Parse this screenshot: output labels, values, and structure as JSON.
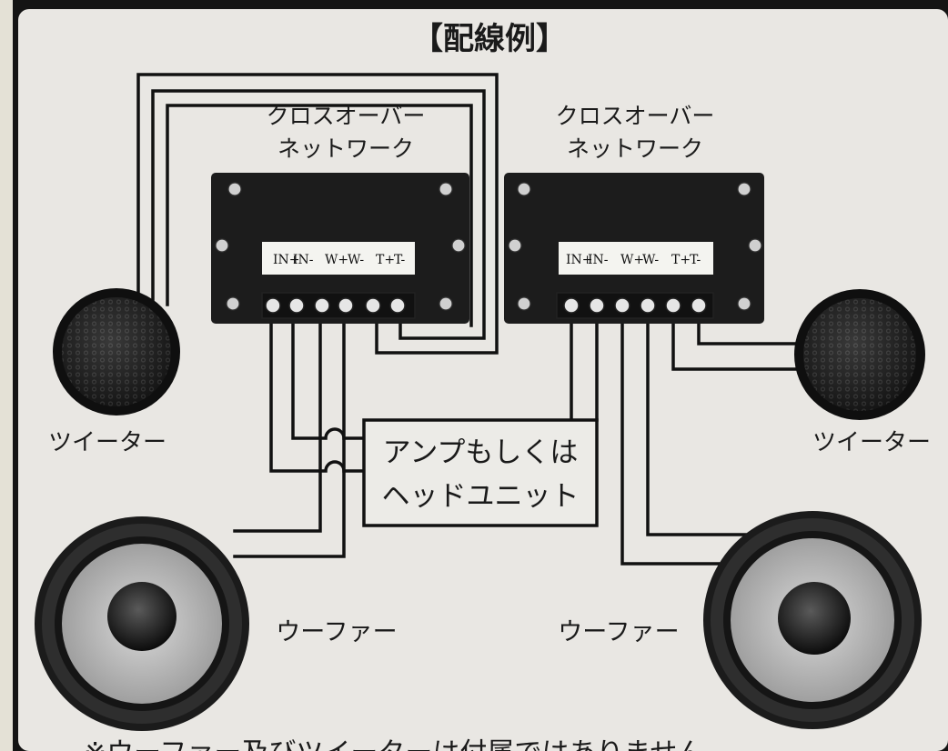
{
  "title": "【配線例】",
  "crossovers": [
    {
      "label_line1": "クロスオーバー",
      "label_line2": "ネットワーク",
      "terminals": [
        "IN+",
        "IN-",
        "W+",
        "W-",
        "T+",
        "T-"
      ]
    },
    {
      "label_line1": "クロスオーバー",
      "label_line2": "ネットワーク",
      "terminals": [
        "IN+",
        "IN-",
        "W+",
        "W-",
        "T+",
        "T-"
      ]
    }
  ],
  "tweeters": [
    {
      "label": "ツイーター"
    },
    {
      "label": "ツイーター"
    }
  ],
  "woofers": [
    {
      "label": "ウーファー"
    },
    {
      "label": "ウーファー"
    }
  ],
  "amp": {
    "line1": "アンプもしくは",
    "line2": "ヘッドユニット"
  },
  "footnote": "※ウーファー及びツイーターは付属ではありません",
  "colors": {
    "background": "#e9e7e3",
    "frame": "#141414",
    "wire": "#111111",
    "crossover_body": "#1c1c1c",
    "terminal_panel": "#f4f4f0"
  }
}
